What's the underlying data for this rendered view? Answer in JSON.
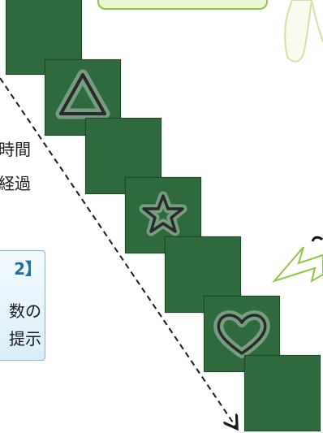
{
  "left_text": {
    "line1": "時間",
    "line2": "経過"
  },
  "info_box": {
    "title": "2】",
    "line1": "数の",
    "line2": "提示"
  },
  "shapes": [
    "blank",
    "triangle-icon",
    "blank",
    "star-icon",
    "blank",
    "heart-icon",
    "blank"
  ],
  "colors": {
    "card": "#2f6a3d",
    "glow": "#ffffff",
    "arrow": "#1a1a1a",
    "callout": "#8dc63f"
  }
}
